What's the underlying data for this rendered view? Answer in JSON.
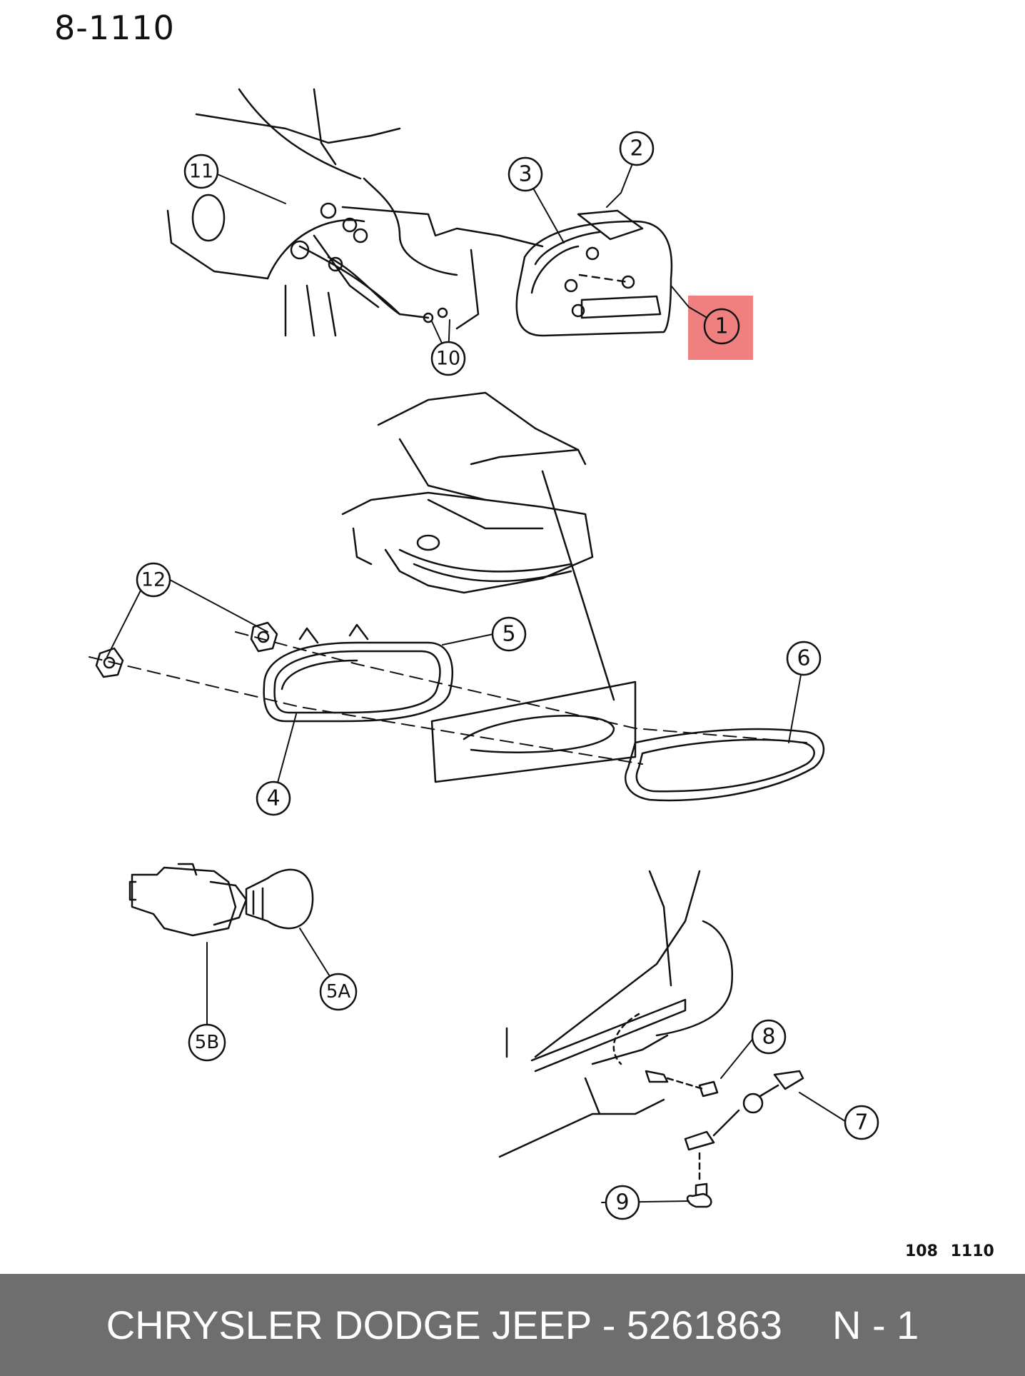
{
  "header": {
    "page_code": "8-1110"
  },
  "diagram": {
    "highlight_color": "#f08080",
    "highlighted_part": "1",
    "callouts": [
      {
        "id": "1",
        "label": "1"
      },
      {
        "id": "2",
        "label": "2"
      },
      {
        "id": "3",
        "label": "3"
      },
      {
        "id": "4",
        "label": "4"
      },
      {
        "id": "5",
        "label": "5"
      },
      {
        "id": "5A",
        "label": "5A"
      },
      {
        "id": "5B",
        "label": "5B"
      },
      {
        "id": "6",
        "label": "6"
      },
      {
        "id": "7",
        "label": "7"
      },
      {
        "id": "8",
        "label": "8"
      },
      {
        "id": "9",
        "label": "9"
      },
      {
        "id": "10",
        "label": "10"
      },
      {
        "id": "11",
        "label": "11"
      },
      {
        "id": "12",
        "label": "12"
      }
    ],
    "figure_code": "108 1110"
  },
  "footer": {
    "brand_part": "CHRYSLER DODGE JEEP - 5261863",
    "quantity": "N - 1"
  }
}
